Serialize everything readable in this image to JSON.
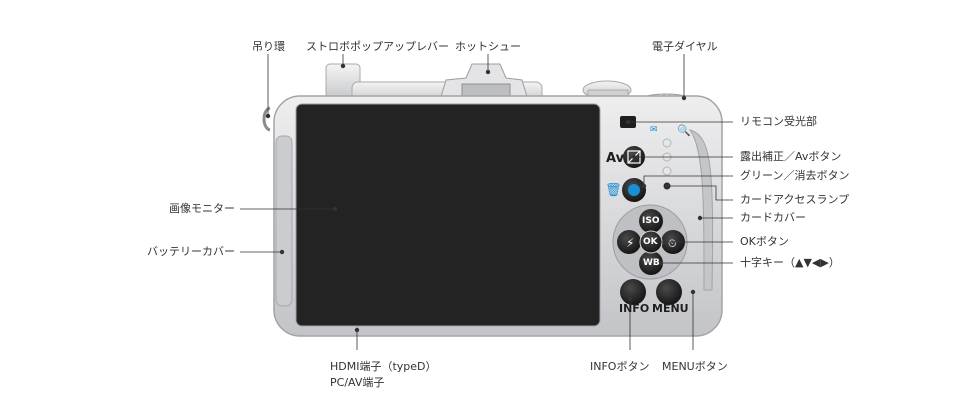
{
  "labels": {
    "strap_lug": "吊り環",
    "flash_popup_lever": "ストロボポップアップレバー",
    "hot_shoe": "ホットシュー",
    "e_dial": "電子ダイヤル",
    "remote_receiver": "リモコン受光部",
    "exposure_av_button": "露出補正／Avボタン",
    "green_delete_button": "グリーン／消去ボタン",
    "card_access_lamp": "カードアクセスランプ",
    "card_cover": "カードカバー",
    "ok_button": "OKボタン",
    "four_way": "十字キー（▲▼◀▶）",
    "image_monitor": "画像モニター",
    "battery_cover": "バッテリーカバー",
    "hdmi_terminal": "HDMI端子（typeD）",
    "pc_av_terminal": "PC/AV端子",
    "info_button": "INFOボタン",
    "menu_button": "MENUボタン"
  },
  "camera": {
    "iso_label": "ISO",
    "ok_label": "OK",
    "wb_label": "WB",
    "av_label": "Av",
    "info_label": "INFO",
    "menu_label": "MENU"
  },
  "colors": {
    "body": "#d9dadc",
    "monitor": "#232323",
    "button": "#1e1e1e",
    "accent_blue": "#1a8fd6",
    "leader": "#333333"
  }
}
